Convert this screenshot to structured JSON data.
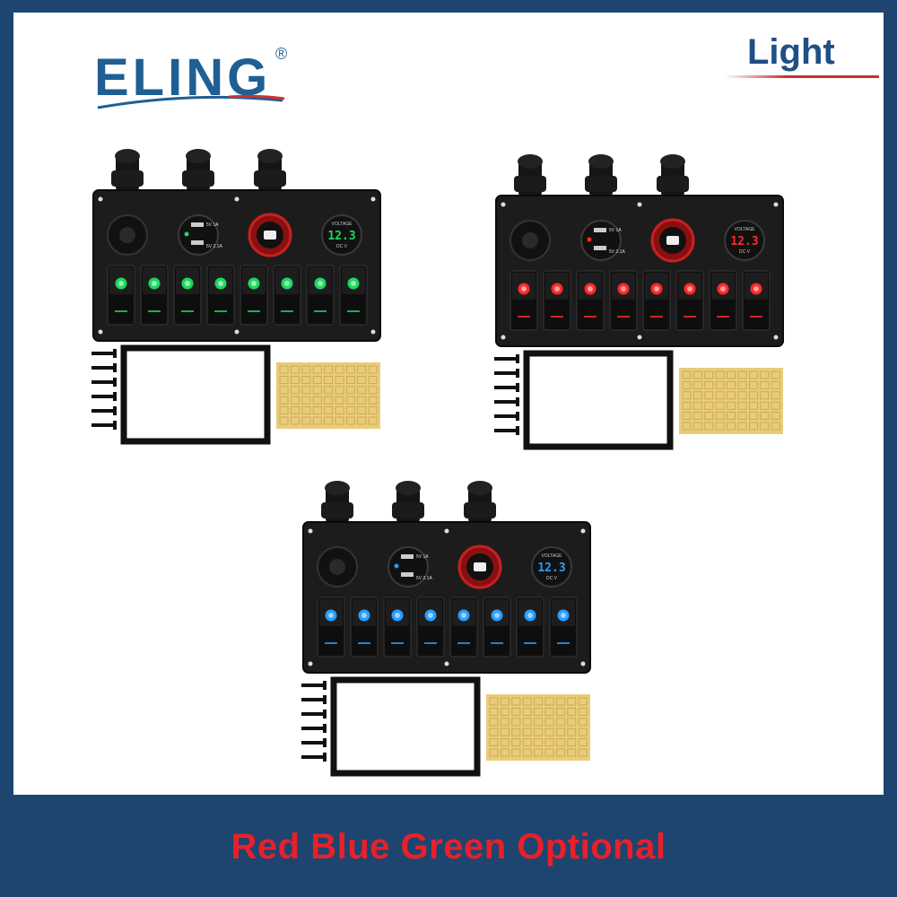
{
  "brand": {
    "name": "ELING",
    "registered_mark": "®",
    "color": "#1f5f93"
  },
  "header": {
    "tag_label": "Light"
  },
  "footer": {
    "text": "Red Blue Green Optional",
    "text_color": "#e8202a",
    "background": "#1e4470"
  },
  "panels": [
    {
      "variant": "green",
      "led_color": "#1ed760",
      "switch_count": 8,
      "voltmeter_reading": "12.3",
      "voltmeter_header": "VOLTAGE",
      "voltmeter_footer": "DC   V",
      "usb_labels": [
        "5V 1A",
        "5V 2.1A"
      ]
    },
    {
      "variant": "red",
      "led_color": "#ff2a2a",
      "switch_count": 8,
      "voltmeter_reading": "12.3",
      "voltmeter_header": "VOLTAGE",
      "voltmeter_footer": "DC   V",
      "usb_labels": [
        "5V 1A",
        "5V 2.1A"
      ]
    },
    {
      "variant": "blue",
      "led_color": "#2a9dff",
      "switch_count": 8,
      "voltmeter_reading": "12.3",
      "voltmeter_header": "VOLTAGE",
      "voltmeter_footer": "DC   V",
      "usb_labels": [
        "5V 1A",
        "5V 2.1A"
      ]
    }
  ]
}
